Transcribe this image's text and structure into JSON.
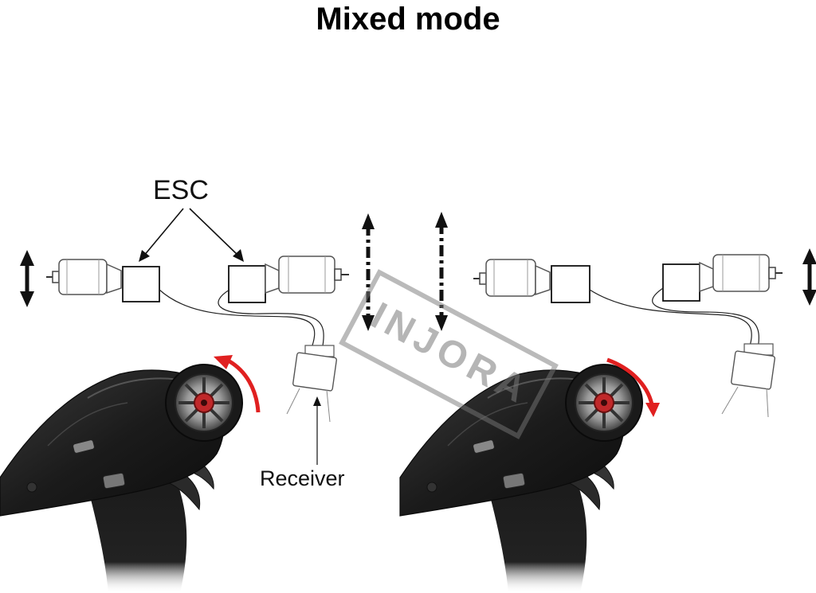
{
  "title": "Mixed mode",
  "labels": {
    "esc": "ESC",
    "receiver": "Receiver"
  },
  "watermark": "INJORA",
  "colors": {
    "rotation_arrow": "#e02020",
    "hub_accent": "#c0282a",
    "controller_body": "#1c1c1c",
    "line_art": "#222222"
  },
  "icons": {
    "motion_arrow": "double-headed-vertical-arrow",
    "rotation_arrow": "curved-rotation-arrow"
  }
}
